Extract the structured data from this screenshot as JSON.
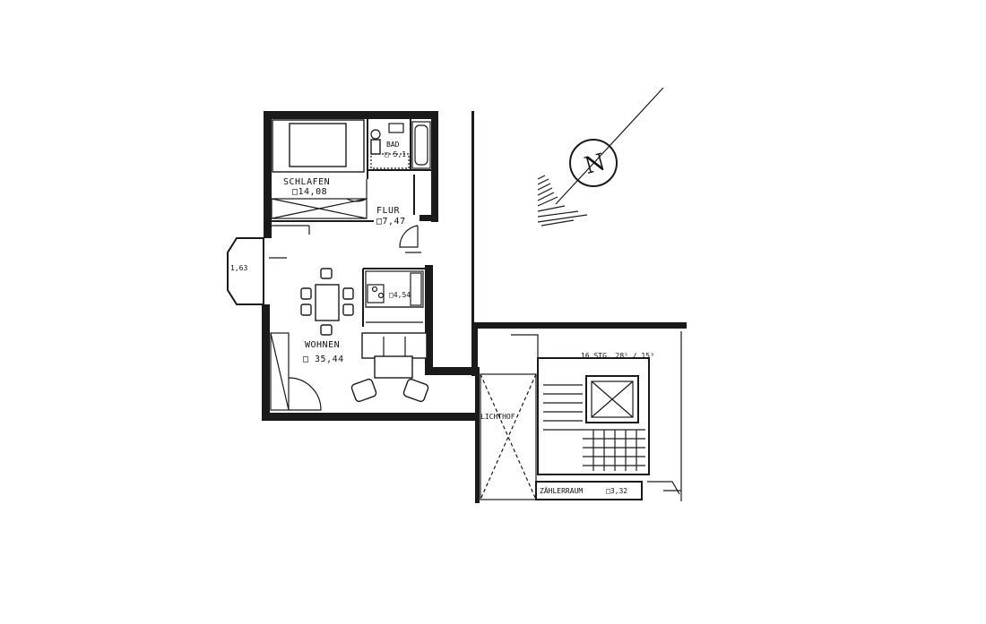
{
  "rooms": {
    "schlafen": {
      "name": "SCHLAFEN",
      "area": "□14,08"
    },
    "bad": {
      "name": "BAD",
      "area": "□ 5,1"
    },
    "flur": {
      "name": "FLUR",
      "area": "□7,47"
    },
    "kueche": {
      "area": "□4,54"
    },
    "wohnen": {
      "name": "WOHNEN",
      "area": "□ 35,44"
    },
    "balkon": {
      "area": "1,63"
    },
    "lichthof": {
      "name": "LICHTHOF"
    },
    "zaehlerraum": {
      "name": "ZÄHLERRAUM",
      "area": "□3,32"
    }
  },
  "stair": {
    "label": "16 STG. 28⁵ / 15³"
  },
  "north_arrow": {
    "letter": "N"
  }
}
